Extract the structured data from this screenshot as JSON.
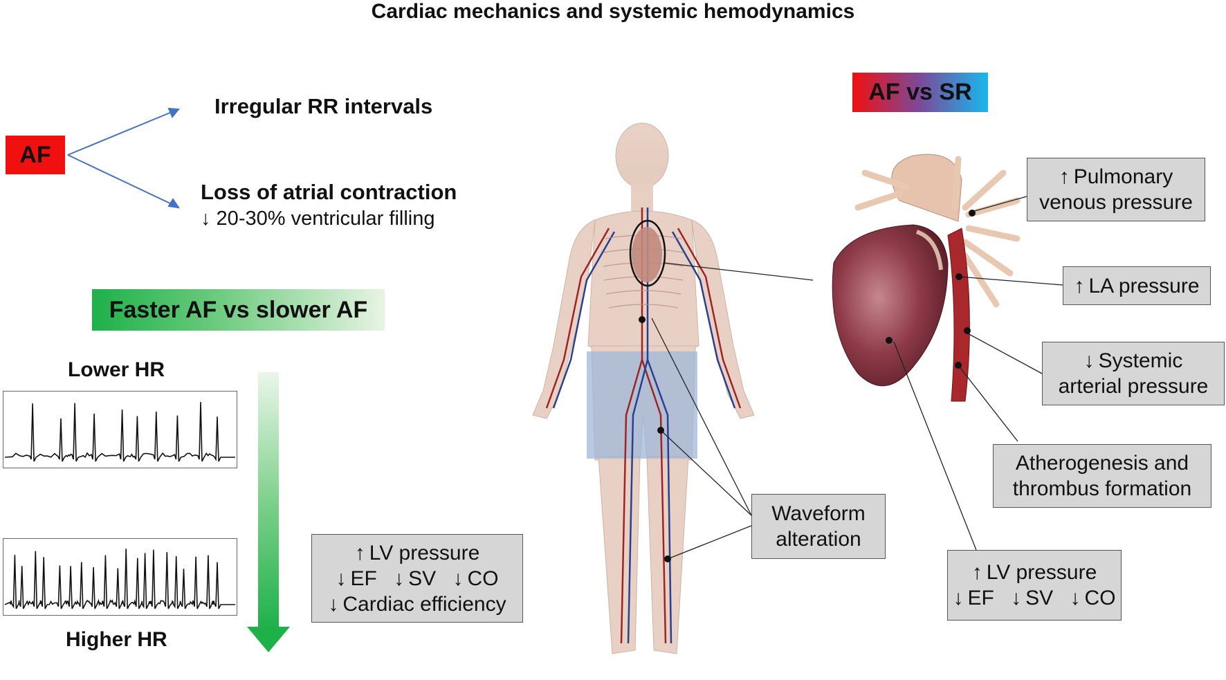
{
  "title": "Cardiac mechanics and systemic hemodynamics",
  "af_badge": "AF",
  "branch_top": "Irregular RR intervals",
  "branch_bottom_title": "Loss of atrial contraction",
  "branch_bottom_sub": "↓ 20-30% ventricular filling",
  "faster_label": "Faster AF vs slower AF",
  "lower_hr": "Lower HR",
  "higher_hr": "Higher HR",
  "left_box": {
    "lv": "LV pressure",
    "ef": "EF",
    "sv": "SV",
    "co": "CO",
    "eff": "Cardiac efficiency"
  },
  "af_vs_sr": "AF vs SR",
  "waveform": [
    "Waveform",
    "alteration"
  ],
  "right_boxes": {
    "pulmonary": [
      "Pulmonary",
      "venous pressure"
    ],
    "la": "LA pressure",
    "systemic": [
      "Systemic",
      "arterial pressure"
    ],
    "athero": [
      "Atherogenesis and",
      "thrombus formation"
    ],
    "lv": "LV pressure",
    "ef": "EF",
    "sv": "SV",
    "co": "CO"
  },
  "colors": {
    "af_red": "#f01010",
    "sr_blue": "#18b8ee",
    "faster_green": "#1eb14a",
    "arrow_blue": "#4472c4",
    "box_gray": "#d6d6d6"
  },
  "ecg_lower_peaks": 10,
  "ecg_higher_peaks": 20
}
